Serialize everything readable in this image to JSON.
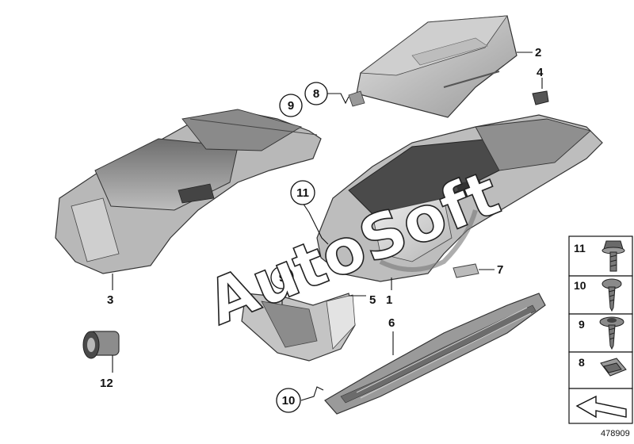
{
  "callouts": {
    "c1": "1",
    "c2": "2",
    "c3": "3",
    "c4": "4",
    "c5": "5",
    "c6": "6",
    "c7": "7",
    "c8": "8",
    "c9a": "9",
    "c9b": "9",
    "c10": "10",
    "c11": "11",
    "c12": "12"
  },
  "legend": {
    "items": [
      "11",
      "10",
      "9",
      "8"
    ]
  },
  "watermark": "AutoSoft",
  "diagram_id": "478909",
  "colors": {
    "part_light": "#cfcfcf",
    "part_mid": "#a9a9a9",
    "part_dark": "#5f5f5f",
    "outline": "#222222",
    "leader": "#111111"
  }
}
